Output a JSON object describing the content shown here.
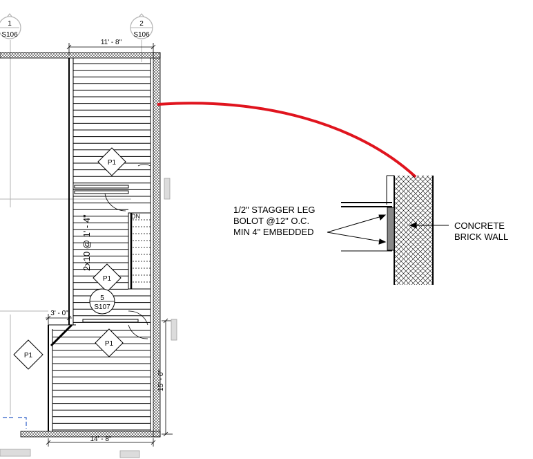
{
  "sections": [
    {
      "number": "1",
      "sheet": "S106"
    },
    {
      "number": "2",
      "sheet": "S106"
    }
  ],
  "detail_callout": {
    "number": "5",
    "sheet": "S107"
  },
  "dimensions": {
    "top_width": "11' - 8\"",
    "left_offset": "3' - 0\"",
    "right_height": "15' - 0\"",
    "bottom_width": "14' - 8\""
  },
  "joist_label": "2x10 @ 1' - 4\"",
  "stair_label": "DN",
  "tags": [
    "P1",
    "P1",
    "P1",
    "P1"
  ],
  "note_anchor": {
    "line1": "1/2\" STAGGER LEG",
    "line2": "BOLOT @12\" O.C.",
    "line3": "MIN 4\" EMBEDDED"
  },
  "note_wall": {
    "line1": "CONCRETE",
    "line2": "BRICK WALL"
  },
  "colors": {
    "leader": "#e0141e",
    "ink": "#000000",
    "grid": "#b3b3b3"
  }
}
